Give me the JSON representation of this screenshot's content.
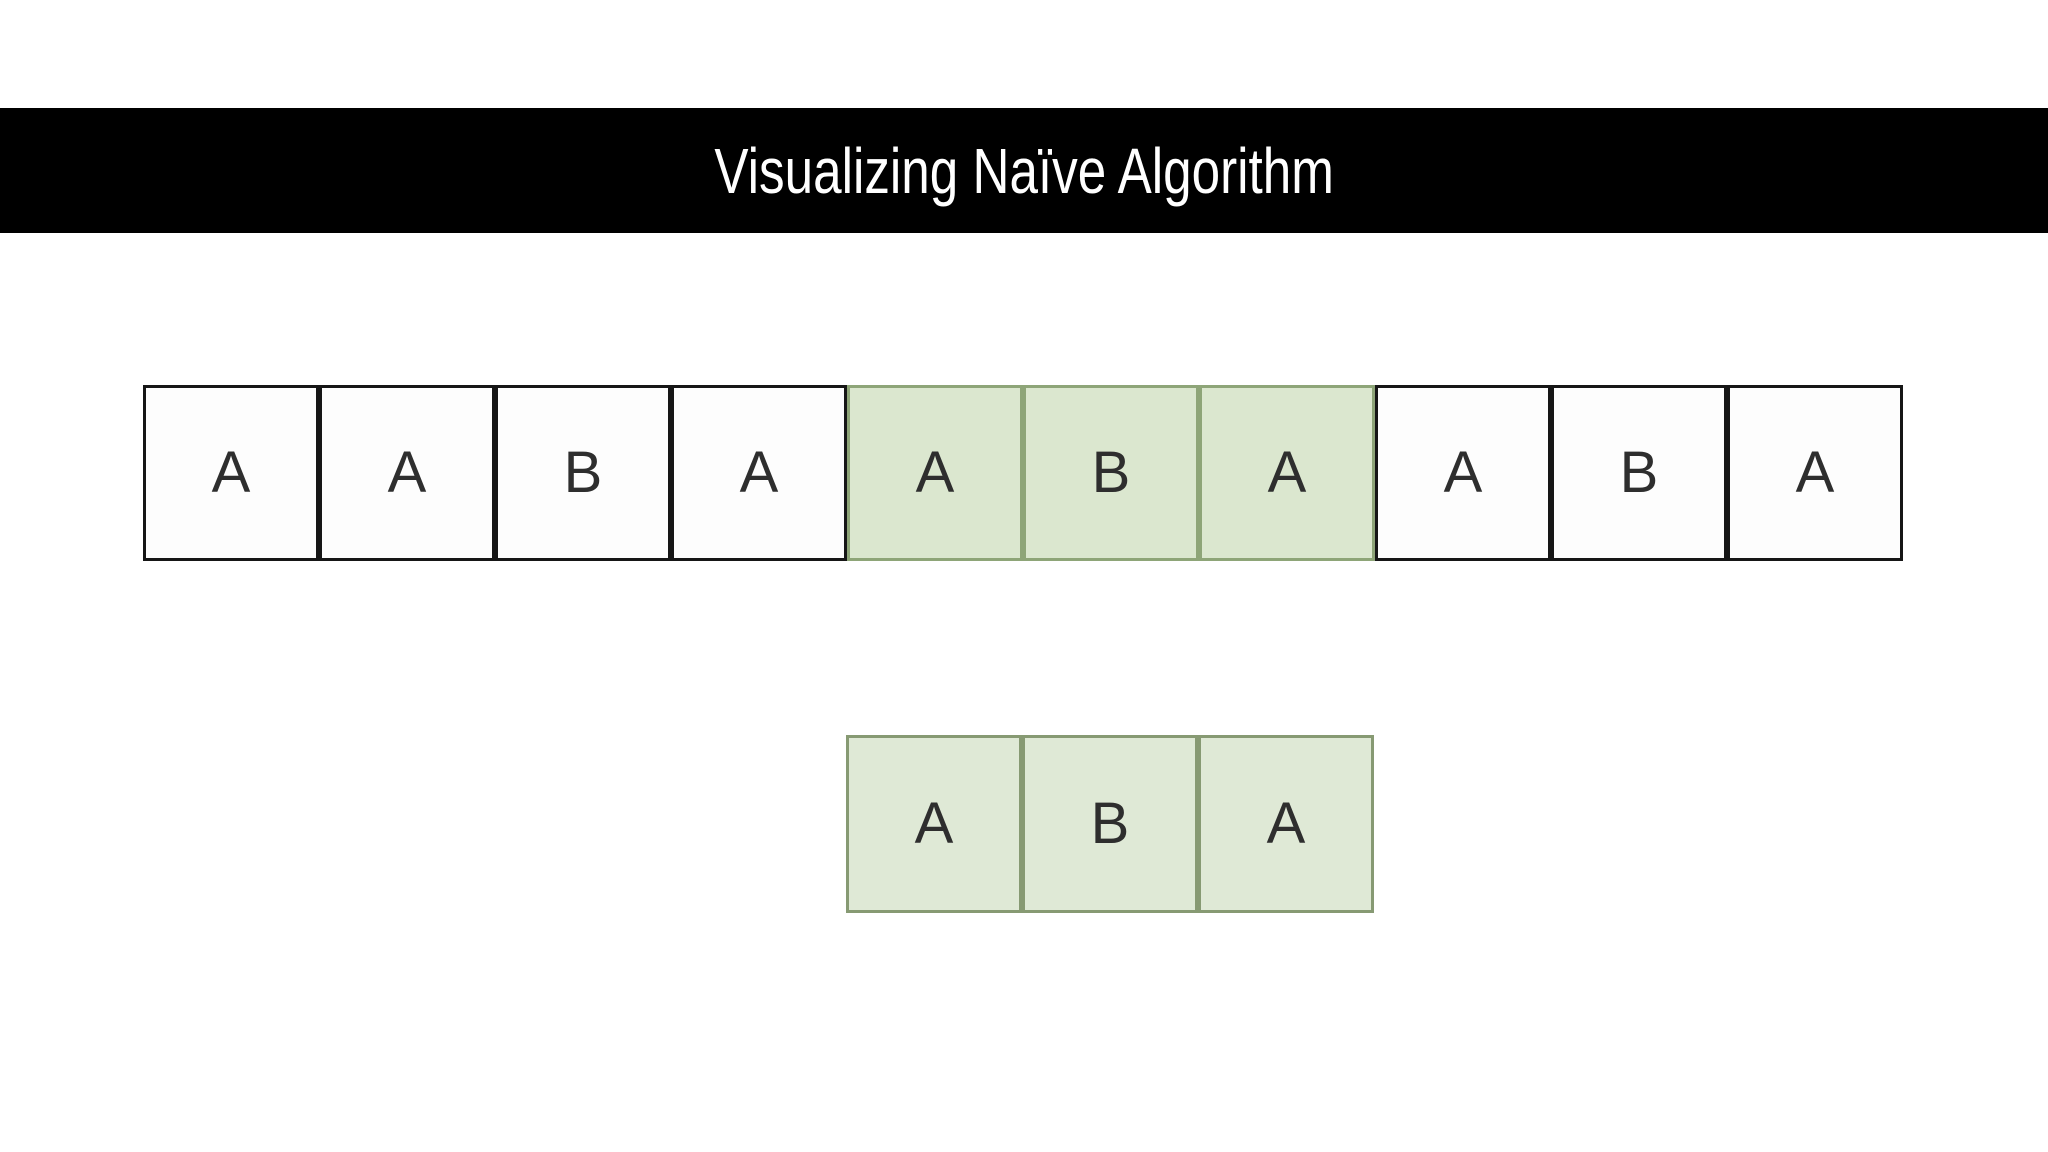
{
  "title": {
    "text": "Visualizing Naïve Algorithm"
  },
  "text_row": {
    "cells": [
      {
        "letter": "A",
        "highlighted": false
      },
      {
        "letter": "A",
        "highlighted": false
      },
      {
        "letter": "B",
        "highlighted": false
      },
      {
        "letter": "A",
        "highlighted": false
      },
      {
        "letter": "A",
        "highlighted": true
      },
      {
        "letter": "B",
        "highlighted": true
      },
      {
        "letter": "A",
        "highlighted": true
      },
      {
        "letter": "A",
        "highlighted": false
      },
      {
        "letter": "B",
        "highlighted": false
      },
      {
        "letter": "A",
        "highlighted": false
      }
    ]
  },
  "pattern_row": {
    "cells": [
      {
        "letter": "A",
        "highlighted": true
      },
      {
        "letter": "B",
        "highlighted": true
      },
      {
        "letter": "A",
        "highlighted": true
      }
    ]
  },
  "colors": {
    "background": "#ffffff",
    "title_bar": "#000000",
    "title_text": "#ffffff",
    "cell_fill": "#fdfdfd",
    "cell_border": "#161616",
    "highlight_fill": "#dbe7cf",
    "highlight_border": "#8ea578",
    "pattern_fill": "#dfe9d6",
    "pattern_border": "#879a73",
    "letter": "#2e2e2e"
  }
}
